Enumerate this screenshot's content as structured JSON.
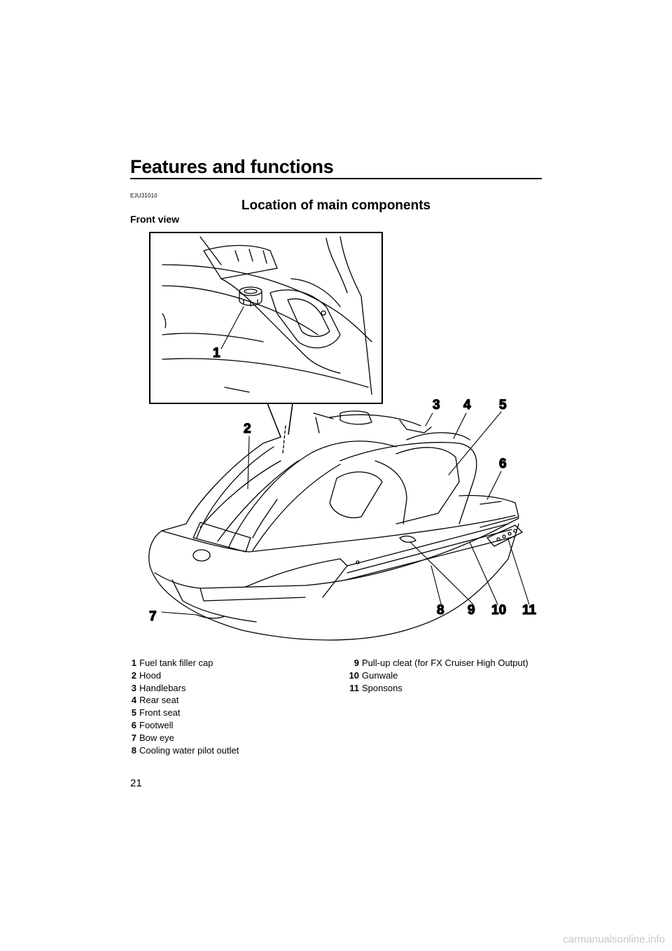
{
  "header": {
    "title": "Features and functions"
  },
  "section": {
    "code": "EJU31010",
    "title": "Location of main components",
    "subtitle": "Front view"
  },
  "figure": {
    "callouts": [
      "1",
      "2",
      "3",
      "4",
      "5",
      "6",
      "7",
      "8",
      "9",
      "10",
      "11"
    ]
  },
  "legend": {
    "left": [
      {
        "num": "1",
        "label": "Fuel tank filler cap"
      },
      {
        "num": "2",
        "label": "Hood"
      },
      {
        "num": "3",
        "label": "Handlebars"
      },
      {
        "num": "4",
        "label": "Rear seat"
      },
      {
        "num": "5",
        "label": "Front seat"
      },
      {
        "num": "6",
        "label": "Footwell"
      },
      {
        "num": "7",
        "label": "Bow eye"
      },
      {
        "num": "8",
        "label": "Cooling water pilot outlet"
      }
    ],
    "right": [
      {
        "num": "9",
        "label": "Pull-up cleat (for FX Cruiser High Output)"
      },
      {
        "num": "10",
        "label": "Gunwale"
      },
      {
        "num": "11",
        "label": "Sponsons"
      }
    ]
  },
  "footer": {
    "page_number": "21",
    "watermark": "carmanualsonline.info"
  }
}
